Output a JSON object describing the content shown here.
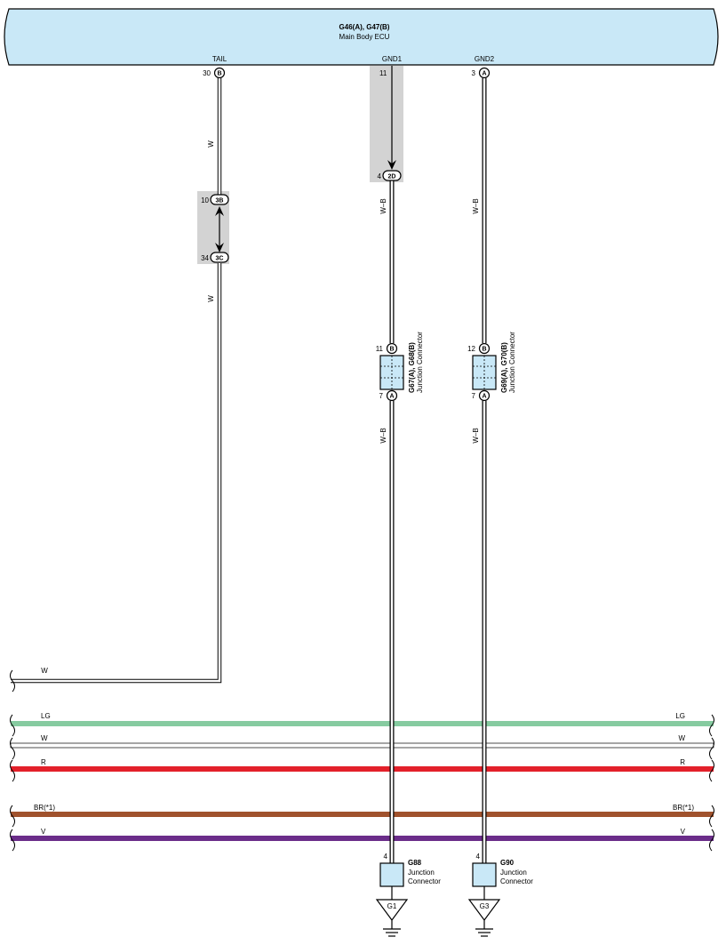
{
  "ecu": {
    "name": "G46(A), G47(B)",
    "desc": "Main Body ECU",
    "color": "#c9e8f7"
  },
  "pins": {
    "tail": {
      "label": "TAIL",
      "num": "30",
      "conn": "B"
    },
    "gnd1": {
      "label": "GND1",
      "num": "11"
    },
    "gnd2": {
      "label": "GND2",
      "num": "3",
      "conn": "A"
    }
  },
  "inline_gnd1": {
    "num": "4",
    "conn": "2D"
  },
  "inline_tail": {
    "top_num": "10",
    "top_conn": "3B",
    "bot_num": "34",
    "bot_conn": "3C"
  },
  "wire_labels": {
    "tail_upper": "W",
    "tail_lower": "W",
    "gnd1_upper": "W–B",
    "gnd1_lower": "W–B",
    "gnd2_upper": "W–B",
    "gnd2_lower": "W–B",
    "tail_exit": "W"
  },
  "jc1": {
    "name": "G67(A), G68(B)",
    "desc": "Junction Connector",
    "top_num": "11",
    "top_conn": "B",
    "bot_num": "7",
    "bot_conn": "A"
  },
  "jc2": {
    "name": "G69(A), G70(B)",
    "desc": "Junction Connector",
    "top_num": "12",
    "top_conn": "B",
    "bot_num": "7",
    "bot_conn": "A"
  },
  "buses": [
    {
      "label_left": "LG",
      "label_right": "LG",
      "color": "#86cba0"
    },
    {
      "label_left": "W",
      "label_right": "W",
      "color": "#ffffff"
    },
    {
      "label_left": "R",
      "label_right": "R",
      "color": "#e3202a"
    },
    {
      "label_left": "BR(*1)",
      "label_right": "BR(*1)",
      "color": "#a0522d"
    },
    {
      "label_left": "V",
      "label_right": "V",
      "color": "#6b2d8a"
    }
  ],
  "g88": {
    "name": "G88",
    "desc1": "Junction",
    "desc2": "Connector",
    "pin": "4",
    "ground": "G1"
  },
  "g90": {
    "name": "G90",
    "desc1": "Junction",
    "desc2": "Connector",
    "pin": "4",
    "ground": "G3"
  }
}
